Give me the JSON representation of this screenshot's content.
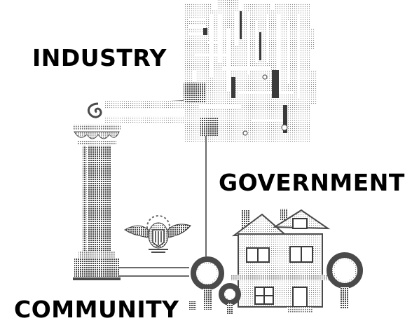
{
  "labels": {
    "industry": "INDUSTRY",
    "government": "GOVERNMENT",
    "community": "COMMUNITY"
  },
  "icons": {
    "industry": "circuit-board-icon",
    "government": "column-eagle-icon",
    "community": "house-trees-icon"
  },
  "colors": {
    "ink": "#000000",
    "halftone_dark": "#5a5a5a",
    "halftone_light": "#a8a8a8"
  }
}
